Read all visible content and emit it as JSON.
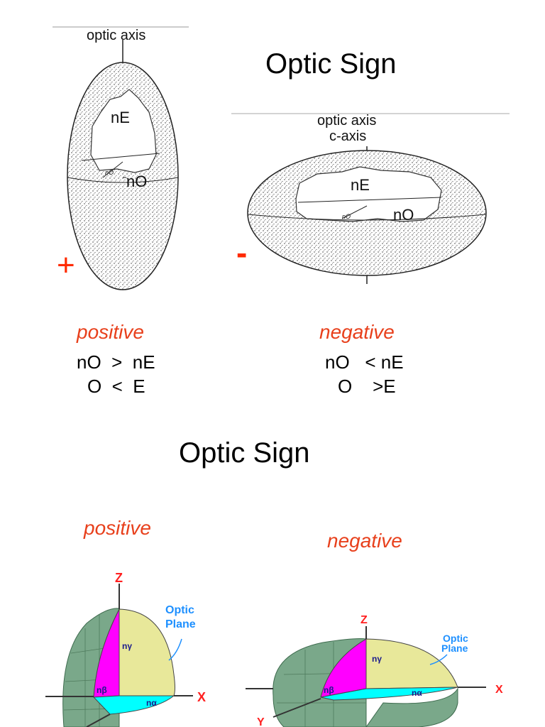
{
  "slide1": {
    "title": "Optic Sign",
    "left_figure": {
      "axis_label": "optic axis",
      "ne_label": "nE",
      "no_label": "nO",
      "small_label": "nO",
      "sign": "+"
    },
    "right_figure": {
      "axis_label_1": "optic axis",
      "axis_label_2": "c-axis",
      "ne_label": "nE",
      "no_label": "nO",
      "small_label": "nO",
      "sign": "-"
    },
    "positive": {
      "label": "positive",
      "line1": "nO  >  nE",
      "line2": "O  <  E"
    },
    "negative": {
      "label": "negative",
      "line1": "nO   < nE",
      "line2": "O    >E"
    }
  },
  "slide2": {
    "title": "Optic Sign",
    "positive_label": "positive",
    "negative_label": "negative",
    "left_figure": {
      "z_label": "Z",
      "x_label": "X",
      "optic_plane_1": "Optic",
      "optic_plane_2": "Plane",
      "n_gamma": "nγ",
      "n_beta": "nβ",
      "n_alpha": "nα"
    },
    "right_figure": {
      "z_label": "Z",
      "x_label": "X",
      "y_label": "Y",
      "optic_plane_1": "Optic",
      "optic_plane_2": "Plane",
      "n_gamma": "nγ",
      "n_beta": "nβ",
      "n_alpha": "nα"
    },
    "colors": {
      "body": "#7aa88a",
      "magenta": "#ff00ff",
      "yellow": "#e8e89a",
      "cyan": "#00ffff",
      "axis_red": "#ff2020",
      "plane_blue": "#1e90ff"
    }
  }
}
